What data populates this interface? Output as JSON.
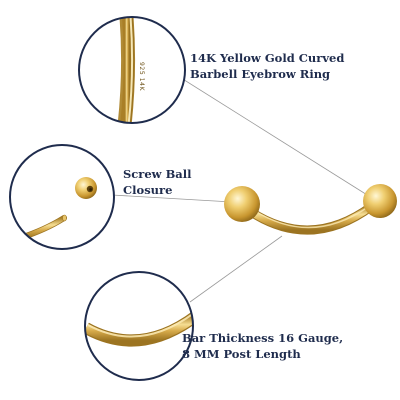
{
  "callouts": [
    {
      "line1": "14K Yellow Gold Curved",
      "line2": "Barbell Eyebrow Ring"
    },
    {
      "line1": "Screw Ball",
      "line2": "Closure"
    },
    {
      "line1": "Bar Thickness 16 Gauge,",
      "line2": "8 MM Post Length"
    }
  ],
  "engraving": "925 14K",
  "colors": {
    "accent": "#1f2c4d",
    "gold": "#d9b154",
    "gold_dark": "#a9802a",
    "leader": "#9a9a9a"
  },
  "icons": [
    "curved-barbell-image",
    "screw-ball-closure-image",
    "bar-thickness-image"
  ]
}
